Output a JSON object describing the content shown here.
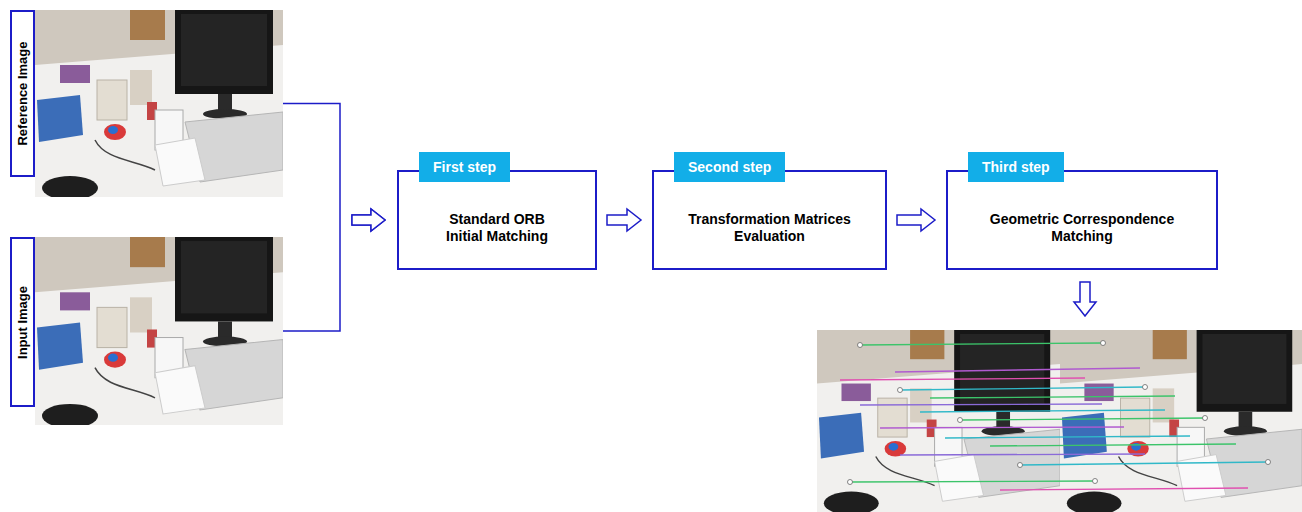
{
  "diagram": {
    "nodes": [
      {
        "text": [
          "Reference Image"
        ]
      },
      {
        "text": [
          "Input Image"
        ]
      },
      {
        "text": [
          "First step",
          "Standard ORB Initial Matching"
        ]
      },
      {
        "text": [
          "Second step",
          "Transformation Matrices Evaluation"
        ]
      },
      {
        "text": [
          "Third step",
          "Geometric Correspondence Matching"
        ]
      }
    ],
    "edges": [
      {
        "from": 0,
        "to": 2,
        "arrow": "to"
      },
      {
        "from": 1,
        "to": 2,
        "arrow": "to"
      },
      {
        "from": 2,
        "to": 3,
        "arrow": "to"
      },
      {
        "from": 3,
        "to": 4,
        "arrow": "to"
      }
    ]
  }
}
